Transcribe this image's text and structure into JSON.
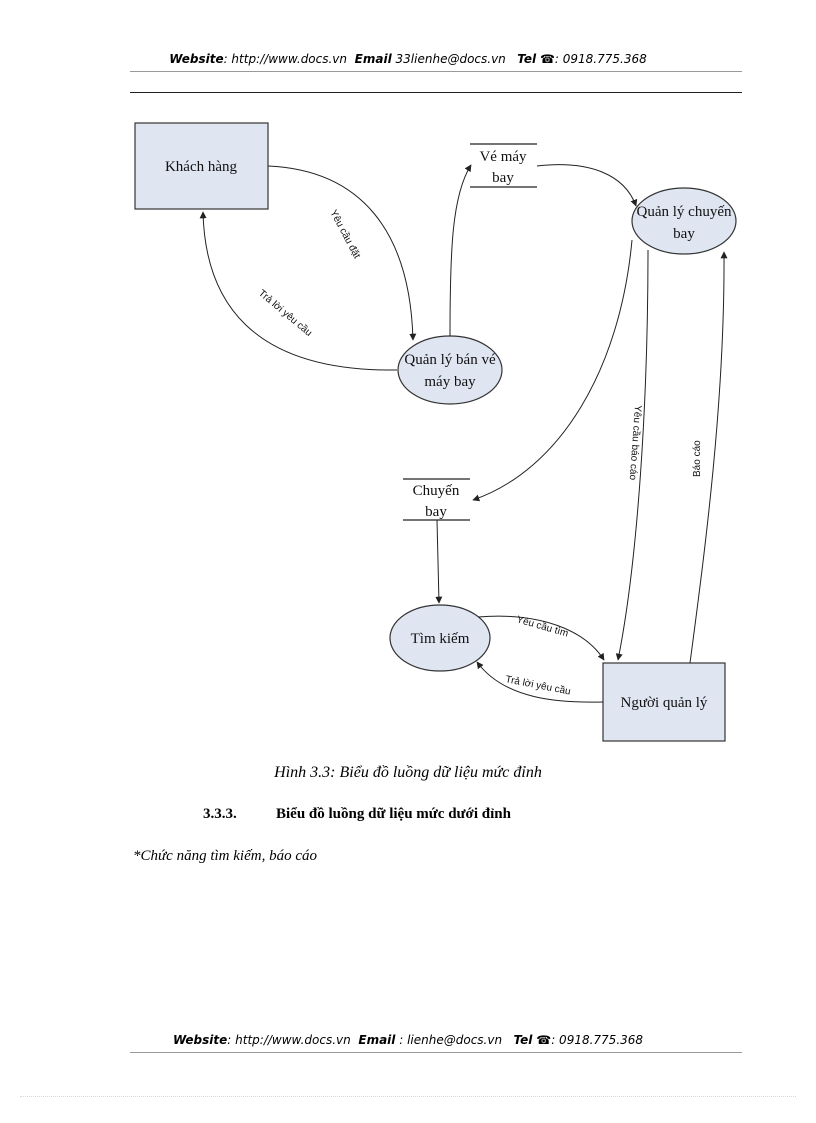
{
  "header": {
    "website_label": "Website",
    "website_value": ": http://www.docs.vn",
    "email_label": "Email",
    "email_value": "33lienhe@docs.vn",
    "tel_label": "Tel",
    "tel_icon": "phone-icon",
    "tel_value": ": 0918.775.368"
  },
  "diagram": {
    "entities": {
      "customer": "Khách hàng",
      "manager": "Người quản lý"
    },
    "processes": {
      "ticket_sales": [
        "Quản lý bán vé",
        "máy bay"
      ],
      "flight_mgmt": [
        "Quản lý chuyến",
        "bay"
      ],
      "search": "Tìm kiếm"
    },
    "stores": {
      "tickets": [
        "Vé máy",
        "bay"
      ],
      "flights": [
        "Chuyến",
        "bay"
      ]
    },
    "flows": {
      "booking_request": "Yêu cầu đặt",
      "request_reply": "Trả lời yêu cầu",
      "report_request": "Yêu cầu báo cáo",
      "report": "Báo cáo",
      "search_request": "Yêu cầu tìm",
      "search_reply": "Trả lời yêu cầu"
    }
  },
  "caption": "Hình 3.3: Biểu đồ luồng dữ liệu mức đỉnh",
  "section": {
    "number": "3.3.3.",
    "title": "Biểu đồ luồng dữ liệu mức dưới đỉnh"
  },
  "note": "*Chức năng tìm kiếm, báo cáo",
  "footer": {
    "website_label": "Website",
    "website_value": ": http://www.docs.vn",
    "email_label": "Email",
    "email_value": ": lienhe@docs.vn",
    "tel_label": "Tel",
    "tel_value": ": 0918.775.368"
  }
}
